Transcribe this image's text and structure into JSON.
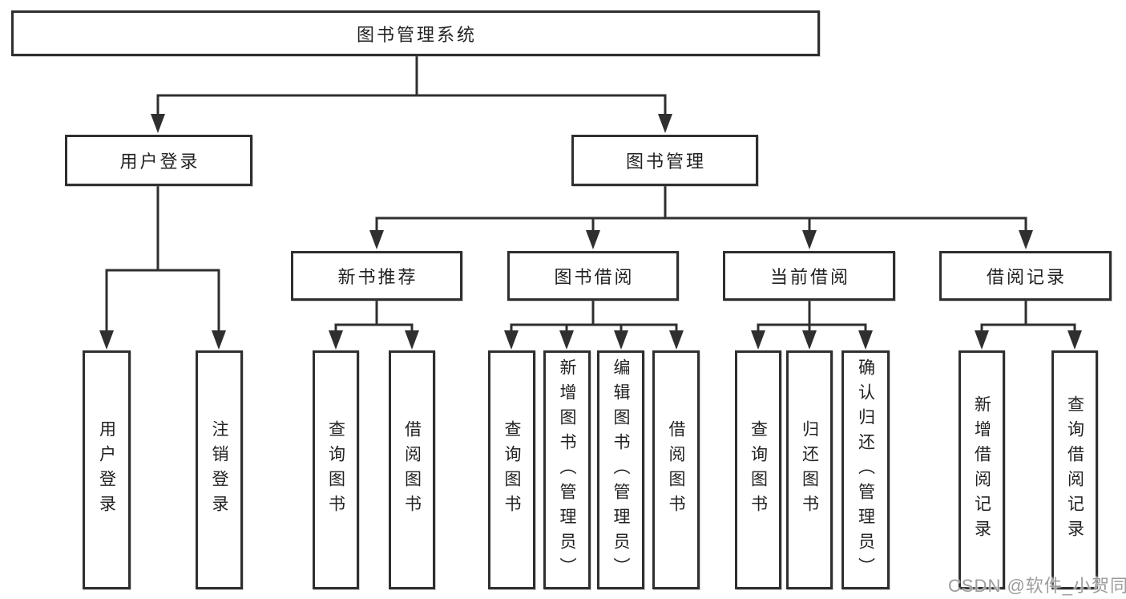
{
  "diagram": {
    "type": "hierarchy-tree",
    "colors": {
      "line": "#2f2f2f",
      "box_border": "#2f2f2f",
      "box_fill": "#ffffff",
      "text": "#222222",
      "watermark": "#9c9c9c"
    },
    "tree": {
      "label": "图书管理系统",
      "children": [
        {
          "label": "用户登录",
          "children": [
            {
              "label": "用户登录"
            },
            {
              "label": "注销登录"
            }
          ]
        },
        {
          "label": "图书管理",
          "children": [
            {
              "label": "新书推荐",
              "children": [
                {
                  "label": "查询图书"
                },
                {
                  "label": "借阅图书"
                }
              ]
            },
            {
              "label": "图书借阅",
              "children": [
                {
                  "label": "查询图书"
                },
                {
                  "label": "新增图书（管理员）"
                },
                {
                  "label": "编辑图书（管理员）"
                },
                {
                  "label": "借阅图书"
                }
              ]
            },
            {
              "label": "当前借阅",
              "children": [
                {
                  "label": "查询图书"
                },
                {
                  "label": "归还图书"
                },
                {
                  "label": "确认归还（管理员）"
                }
              ]
            },
            {
              "label": "借阅记录",
              "children": [
                {
                  "label": "新增借阅记录"
                },
                {
                  "label": "查询借阅记录"
                }
              ]
            }
          ]
        }
      ]
    },
    "watermark": {
      "text": "CSDN @软件_小贺同学"
    }
  }
}
